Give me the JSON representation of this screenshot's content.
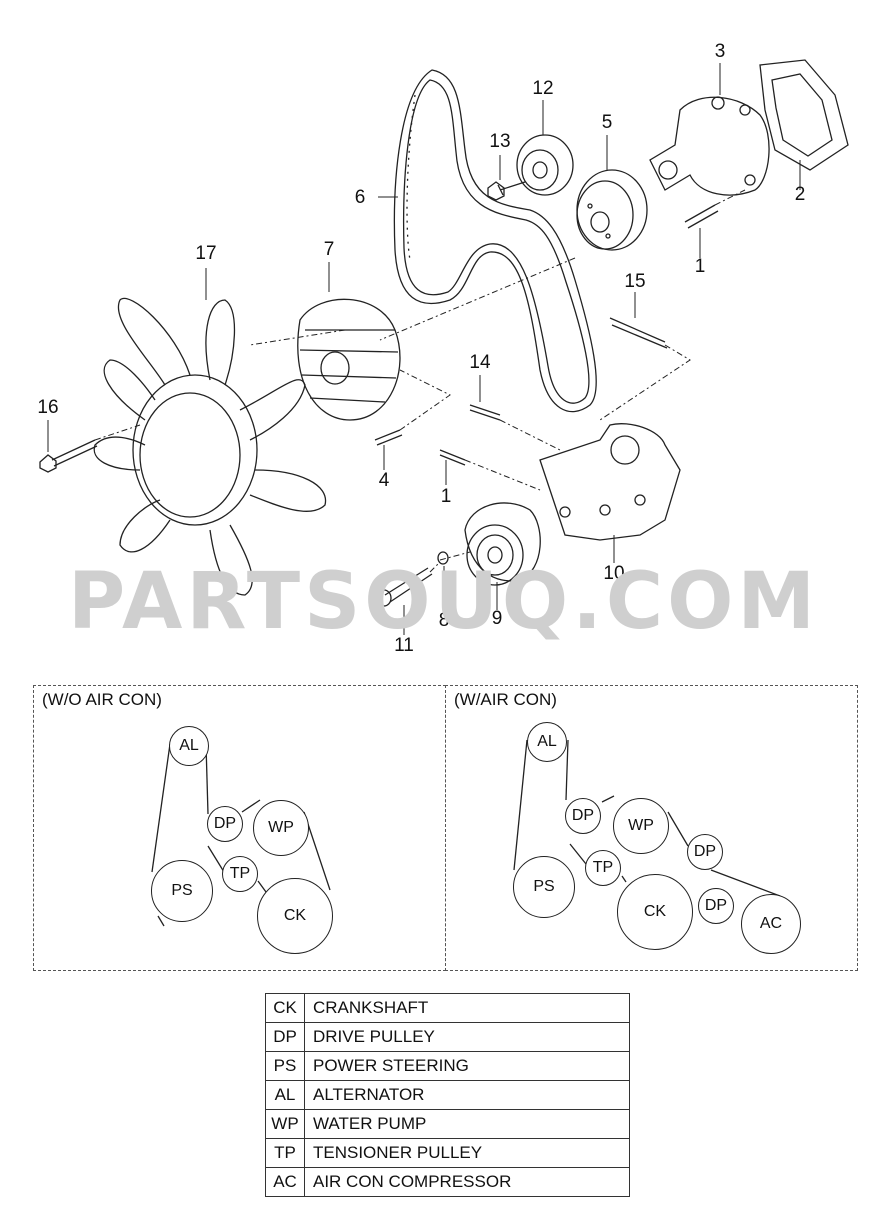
{
  "callouts": [
    {
      "id": "c3",
      "label": "3"
    },
    {
      "id": "c12",
      "label": "12"
    },
    {
      "id": "c13",
      "label": "13"
    },
    {
      "id": "c5",
      "label": "5"
    },
    {
      "id": "c6",
      "label": "6"
    },
    {
      "id": "c2",
      "label": "2"
    },
    {
      "id": "c1a",
      "label": "1"
    },
    {
      "id": "c17",
      "label": "17"
    },
    {
      "id": "c7",
      "label": "7"
    },
    {
      "id": "c15",
      "label": "15"
    },
    {
      "id": "c14",
      "label": "14"
    },
    {
      "id": "c16",
      "label": "16"
    },
    {
      "id": "c4",
      "label": "4"
    },
    {
      "id": "c1b",
      "label": "1"
    },
    {
      "id": "c10",
      "label": "10"
    },
    {
      "id": "c9",
      "label": "9"
    },
    {
      "id": "c8",
      "label": "8"
    },
    {
      "id": "c11",
      "label": "11"
    }
  ],
  "watermark": "PARTSOUQ.COM",
  "panels": {
    "without_ac": {
      "title": "(W/O AIR CON)",
      "pulleys": [
        "AL",
        "DP",
        "WP",
        "TP",
        "PS",
        "CK"
      ]
    },
    "with_ac": {
      "title": "(W/AIR CON)",
      "pulleys": [
        "AL",
        "DP",
        "WP",
        "DP",
        "TP",
        "PS",
        "CK",
        "DP",
        "AC"
      ]
    }
  },
  "legend": [
    {
      "code": "CK",
      "name": "CRANKSHAFT"
    },
    {
      "code": "DP",
      "name": "DRIVE  PULLEY"
    },
    {
      "code": "PS",
      "name": "POWER  STEERING"
    },
    {
      "code": "AL",
      "name": "ALTERNATOR"
    },
    {
      "code": "WP",
      "name": "WATER  PUMP"
    },
    {
      "code": "TP",
      "name": "TENSIONER PULLEY"
    },
    {
      "code": "AC",
      "name": "AIR  CON COMPRESSOR"
    }
  ]
}
